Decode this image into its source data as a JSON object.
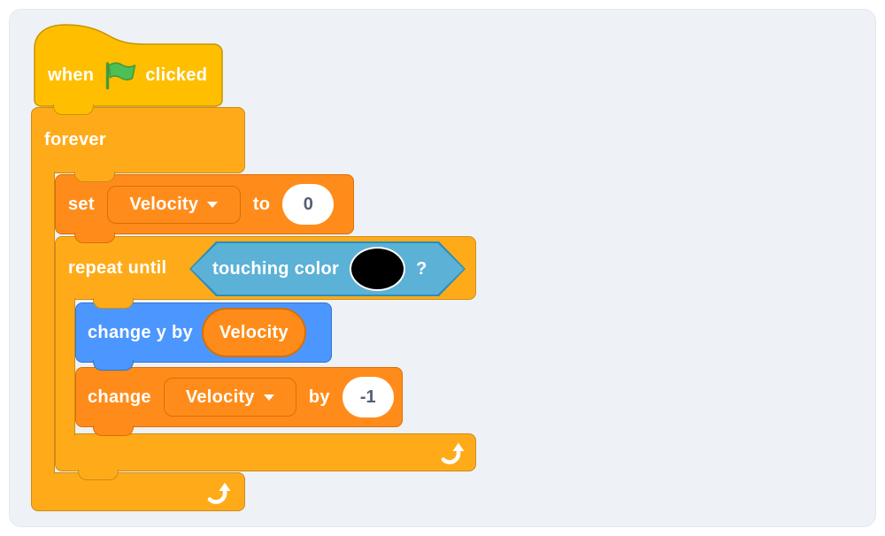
{
  "colors": {
    "events_yellow": "#FFBF00",
    "control_orange": "#FFAB19",
    "variables_orange": "#FF8C1A",
    "motion_blue": "#4C97FF",
    "sensing_blue": "#5CB1D6",
    "flag_green": "#4CBF56",
    "input_text": "#575E75",
    "swatch_color": "#000000"
  },
  "script": {
    "hat": {
      "label_before": "when",
      "icon": "green-flag-icon",
      "label_after": "clicked"
    },
    "forever": {
      "label": "forever",
      "icon": "loop-arrow-icon"
    },
    "set": {
      "label_set": "set",
      "variable": "Velocity",
      "dropdown_icon": "chevron-down-icon",
      "label_to": "to",
      "value": "0"
    },
    "repeat_until": {
      "label": "repeat until",
      "condition": {
        "label": "touching color",
        "swatch_color": "#000000",
        "question_mark": "?"
      },
      "icon": "loop-arrow-icon"
    },
    "change_y": {
      "label": "change y by",
      "reporter": "Velocity"
    },
    "change_var": {
      "label_change": "change",
      "variable": "Velocity",
      "label_by": "by",
      "value": "-1"
    }
  }
}
